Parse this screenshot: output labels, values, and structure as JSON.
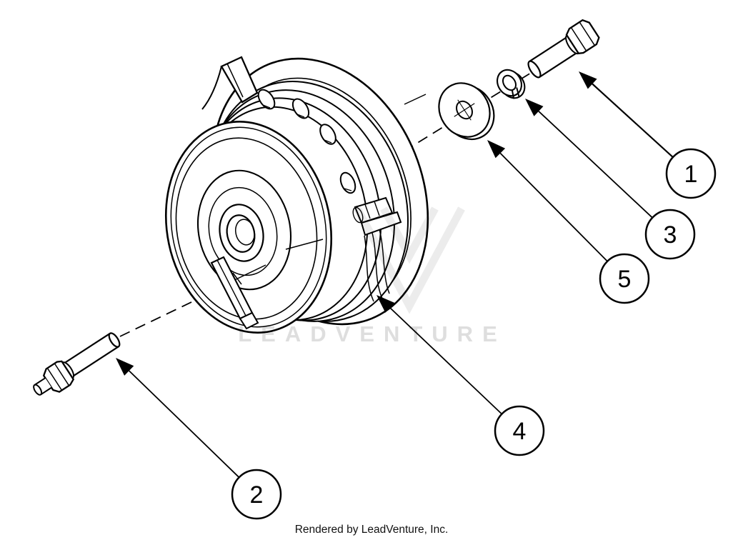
{
  "diagram": {
    "callouts": [
      {
        "number": "1"
      },
      {
        "number": "2"
      },
      {
        "number": "3"
      },
      {
        "number": "4"
      },
      {
        "number": "5"
      }
    ]
  },
  "watermark": {
    "text": "LEADVENTURE"
  },
  "footer": {
    "credit": "Rendered by LeadVenture, Inc."
  },
  "colors": {
    "line": "#000000",
    "background": "#ffffff",
    "watermark_text": "#dedede",
    "watermark_logo": "#ececec"
  }
}
